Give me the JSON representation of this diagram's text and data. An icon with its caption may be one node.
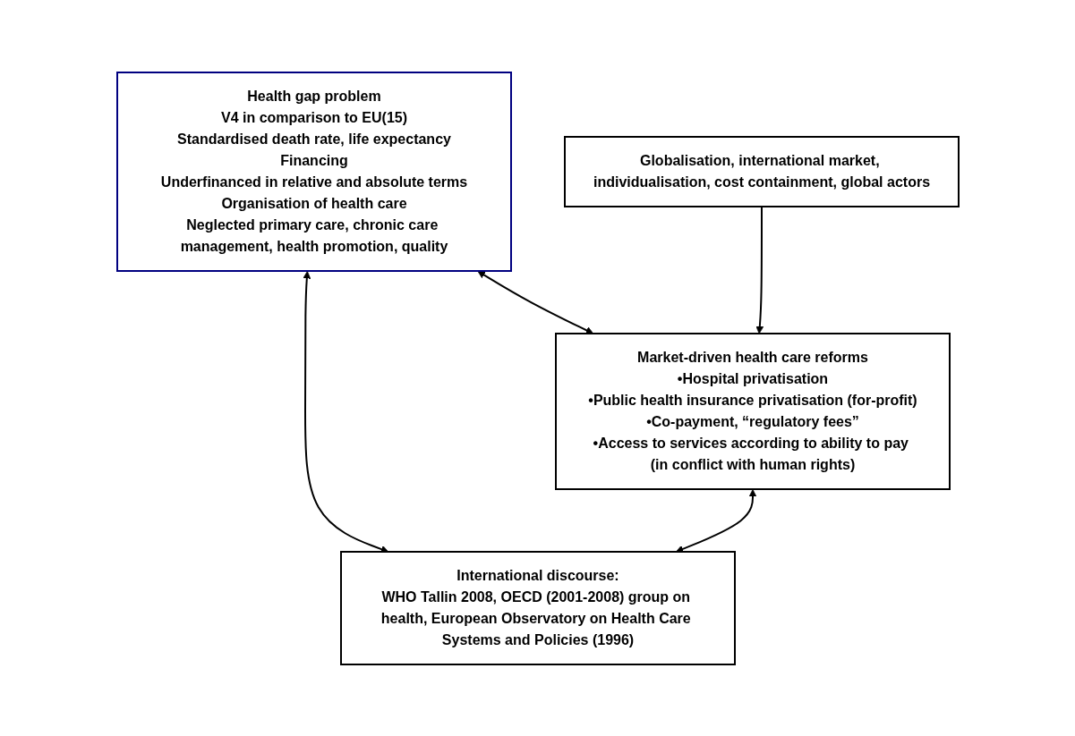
{
  "diagram": {
    "nodes": [
      {
        "text": [
          "Health gap problem",
          "V4 in comparison to EU(15)",
          "Standardised death rate, life expectancy",
          "Financing",
          "Underfinanced in relative and absolute terms",
          "Organisation of health care",
          "Neglected primary care, chronic care management, health promotion, quality"
        ]
      },
      {
        "text": [
          "Market-driven health care reforms",
          "•Hospital privatisation",
          "•Public health insurance privatisation (for-profit)",
          "•Co-payment, “regulatory fees”",
          "•Access to services according to ability to pay (in conflict with human rights)"
        ]
      },
      {
        "text": [
          "International discourse:",
          "WHO Tallin 2008, OECD (2001-2008) group on health, European Observatory on Health Care Systems and Policies (1996)"
        ]
      },
      {
        "text": [
          "Globalisation, international market, individualisation, cost containment, global actors"
        ]
      }
    ],
    "edges": [
      {
        "from": 0,
        "to": 1,
        "arrow": "both"
      },
      {
        "from": 0,
        "to": 2,
        "arrow": "both"
      },
      {
        "from": 1,
        "to": 2,
        "arrow": "both"
      },
      {
        "from": 3,
        "to": 1,
        "arrow": "to"
      }
    ]
  }
}
